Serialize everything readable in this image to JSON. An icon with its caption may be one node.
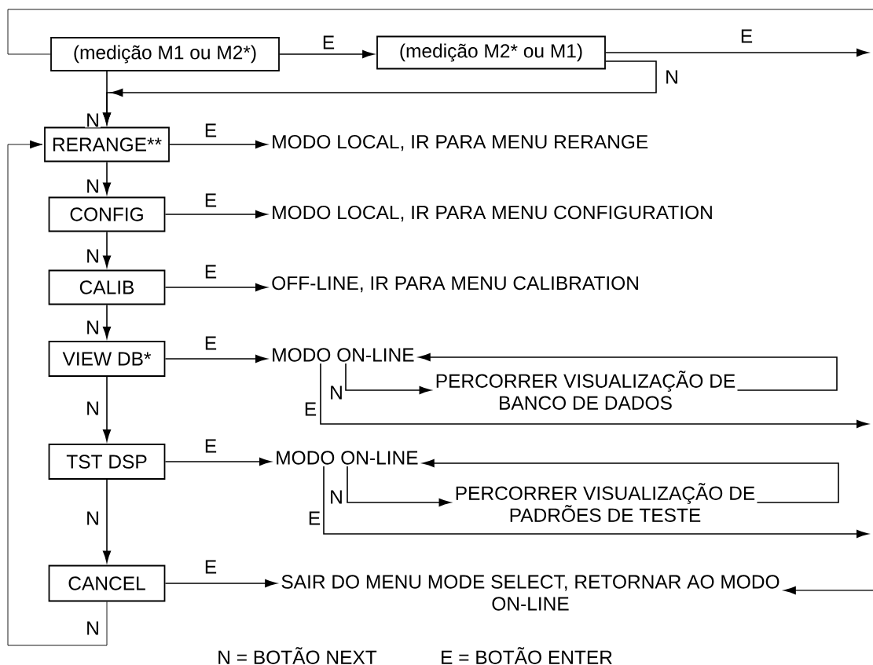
{
  "diagram": {
    "nodes": [
      {
        "text": [
          "(medição M1 ou M2*)"
        ]
      },
      {
        "text": [
          "(medição M2* ou M1)"
        ]
      },
      {
        "text": [
          "RERANGE**"
        ]
      },
      {
        "text": [
          "CONFIG"
        ]
      },
      {
        "text": [
          "CALIB"
        ]
      },
      {
        "text": [
          "VIEW DB*"
        ]
      },
      {
        "text": [
          "TST DSP"
        ]
      },
      {
        "text": [
          "CANCEL"
        ]
      },
      {
        "text": [
          "MODO LOCAL, IR PARA MENU RERANGE"
        ]
      },
      {
        "text": [
          "MODO LOCAL, IR PARA MENU CONFIGURATION"
        ]
      },
      {
        "text": [
          "OFF-LINE, IR PARA MENU CALIBRATION"
        ]
      },
      {
        "text": [
          "MODO ON-LINE"
        ]
      },
      {
        "text": [
          "PERCORRER VISUALIZAÇÃO DE BANCO DE DADOS"
        ]
      },
      {
        "text": [
          "MODO ON-LINE"
        ]
      },
      {
        "text": [
          "PERCORRER VISUALIZAÇÃO DE PADRÕES DE TESTE"
        ]
      },
      {
        "text": [
          "SAIR DO MENU MODE SELECT, RETORNAR AO MODO ON-LINE"
        ]
      }
    ],
    "edges": [
      {
        "from": null,
        "to": 0,
        "arrow": "none"
      },
      {
        "from": 0,
        "to": 1,
        "arrow": "to",
        "label": "E"
      },
      {
        "from": 1,
        "to": null,
        "arrow": "to",
        "label": "E"
      },
      {
        "from": 0,
        "to": 2,
        "arrow": "to",
        "label": "N"
      },
      {
        "from": 1,
        "to": 2,
        "arrow": "to",
        "label": "N"
      },
      {
        "from": 2,
        "to": 8,
        "arrow": "to",
        "label": "E"
      },
      {
        "from": 2,
        "to": 3,
        "arrow": "to",
        "label": "N"
      },
      {
        "from": 3,
        "to": 9,
        "arrow": "to",
        "label": "E"
      },
      {
        "from": 3,
        "to": 4,
        "arrow": "to",
        "label": "N"
      },
      {
        "from": 4,
        "to": 10,
        "arrow": "to",
        "label": "E"
      },
      {
        "from": 4,
        "to": 5,
        "arrow": "to",
        "label": "N"
      },
      {
        "from": 5,
        "to": 11,
        "arrow": "to",
        "label": "E"
      },
      {
        "from": 11,
        "to": 12,
        "arrow": "to",
        "label": "N"
      },
      {
        "from": 12,
        "to": 11,
        "arrow": "to"
      },
      {
        "from": 11,
        "to": null,
        "arrow": "to",
        "label": "E"
      },
      {
        "from": 5,
        "to": 6,
        "arrow": "to",
        "label": "N"
      },
      {
        "from": 6,
        "to": 13,
        "arrow": "to",
        "label": "E"
      },
      {
        "from": 13,
        "to": 14,
        "arrow": "to",
        "label": "N"
      },
      {
        "from": 14,
        "to": 13,
        "arrow": "to"
      },
      {
        "from": 13,
        "to": null,
        "arrow": "to",
        "label": "E"
      },
      {
        "from": 6,
        "to": 7,
        "arrow": "to",
        "label": "N"
      },
      {
        "from": 7,
        "to": 15,
        "arrow": "to",
        "label": "E"
      },
      {
        "from": null,
        "to": 15,
        "arrow": "to"
      },
      {
        "from": 7,
        "to": 2,
        "arrow": "to",
        "label": "N"
      }
    ],
    "labels": [
      "N = BOTÃO NEXT",
      "E = BOTÃO ENTER"
    ]
  }
}
